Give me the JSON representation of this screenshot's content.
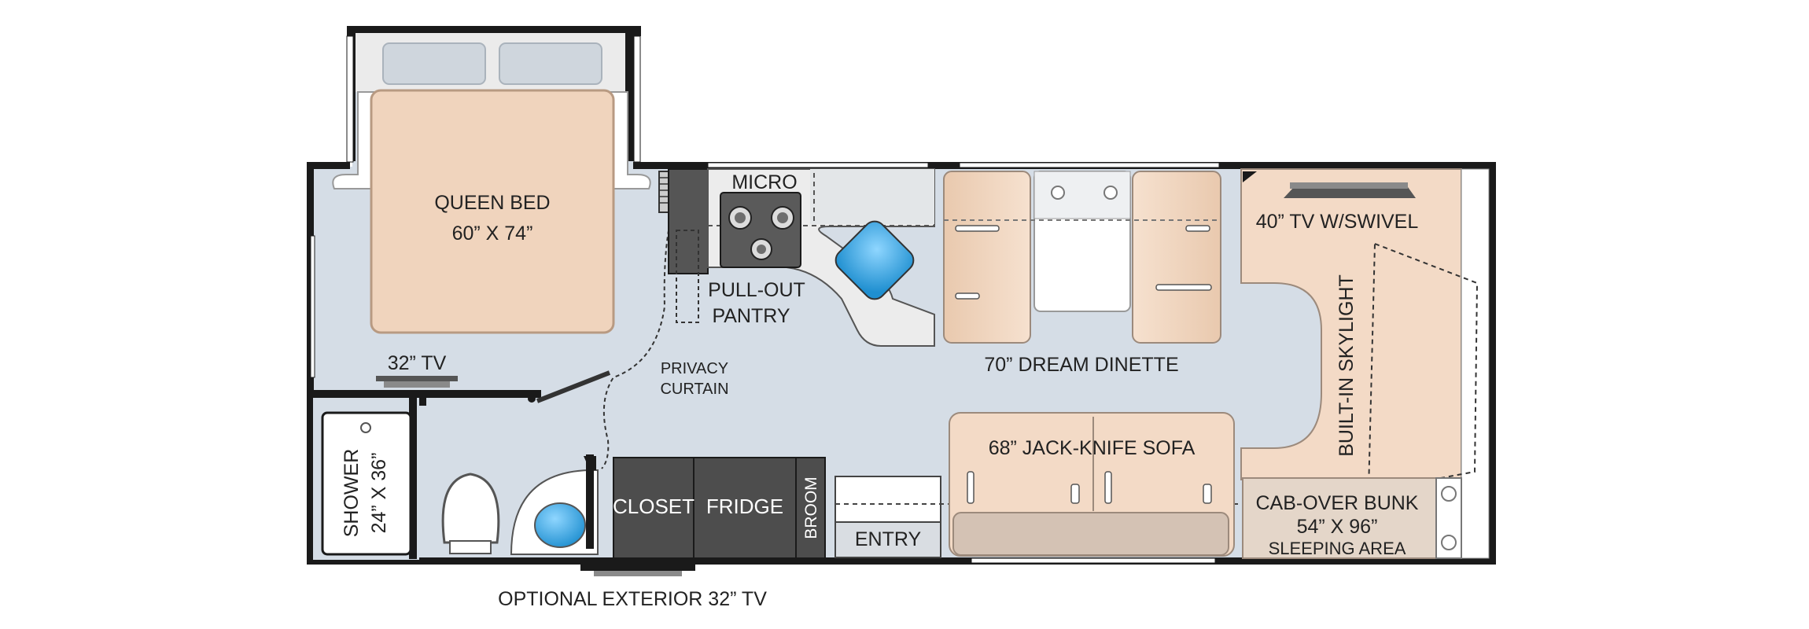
{
  "floorplan": {
    "bedroom": {
      "bed_label": "QUEEN BED",
      "bed_size": "60” X 74”",
      "tv_label": "32” TV"
    },
    "privacy_curtain": {
      "line1": "PRIVACY",
      "line2": "CURTAIN"
    },
    "bathroom": {
      "shower_label": "SHOWER",
      "shower_size": "24” X 36”"
    },
    "kitchen": {
      "micro_label": "MICRO",
      "pantry_line1": "PULL-OUT",
      "pantry_line2": "PANTRY"
    },
    "dinette": {
      "label": "70” DREAM DINETTE"
    },
    "cab": {
      "tv_label": "40” TV W/SWIVEL",
      "skylight_label": "BUILT-IN SKYLIGHT",
      "bunk_label": "CAB-OVER BUNK",
      "bunk_size": "54” X 96”",
      "bunk_area": "SLEEPING AREA"
    },
    "sofa": {
      "label": "68” JACK-KNIFE SOFA"
    },
    "storage": {
      "closet_label": "CLOSET",
      "fridge_label": "FRIDGE",
      "broom_label": "BROOM"
    },
    "entry_label": "ENTRY",
    "exterior_tv_label": "OPTIONAL EXTERIOR 32” TV"
  },
  "colors": {
    "floor": "#d5dde6",
    "wall": "#1a1a1a",
    "bed": "#f0d4bd",
    "upholstery": "#f3dac6",
    "cabinet_dark": "#4a4a4a",
    "sink_blue": "#3fa9e0",
    "counter": "#e8e8e8"
  }
}
